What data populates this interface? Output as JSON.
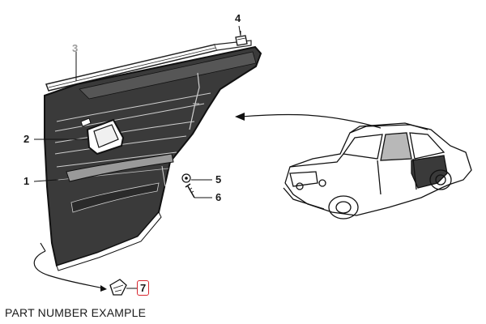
{
  "callouts": {
    "one": "1",
    "two": "2",
    "three": "3",
    "four": "4",
    "five": "5",
    "six": "6",
    "seven": "7"
  },
  "caption": "PART NUMBER EXAMPLE",
  "colors": {
    "highlight": "#d8262e",
    "ink": "#1a1a1a",
    "panel": "#3a3a3a",
    "faded": "#9a9a9a"
  }
}
